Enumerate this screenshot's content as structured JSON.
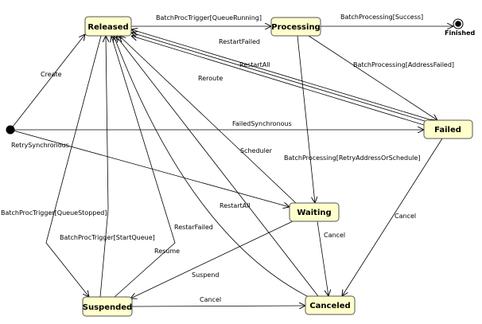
{
  "colors": {
    "state_fill": "#ffffcc",
    "state_border": "#555555",
    "line": "#000000",
    "background": "#ffffff"
  },
  "states": {
    "released": "Released",
    "processing": "Processing",
    "failed": "Failed",
    "waiting": "Waiting",
    "suspended": "Suspended",
    "canceled": "Canceled",
    "finished": "Finished"
  },
  "transitions": {
    "create": "Create",
    "retry_synchronous": "RetrySynchronous",
    "failed_synchronous": "FailedSynchronous",
    "batch_proc_trigger_queue_running": "BatchProcTrigger[QueueRunning]",
    "batch_processing_success": "BatchProcessing[Success]",
    "restart_failed_top": "RestartFailed",
    "restart_all_top": "RestartAll",
    "reroute": "Reroute",
    "batch_processing_address_failed": "BatchProcessing[AddressFailed]",
    "scheduler": "Scheduler",
    "batch_processing_retry": "BatchProcessing[RetryAddressOrSchedule]",
    "batch_proc_trigger_queue_stopped": "BatchProcTrigger[QueueStopped]",
    "batch_proc_trigger_start_queue": "BatchProcTrigger[StartQueue]",
    "resume": "Resume",
    "restart_all_bottom": "RestartAll",
    "restar_failed_bottom": "RestarFailed",
    "suspend": "Suspend",
    "cancel_waiting": "Cancel",
    "cancel_failed": "Cancel",
    "cancel_suspended": "Cancel"
  }
}
